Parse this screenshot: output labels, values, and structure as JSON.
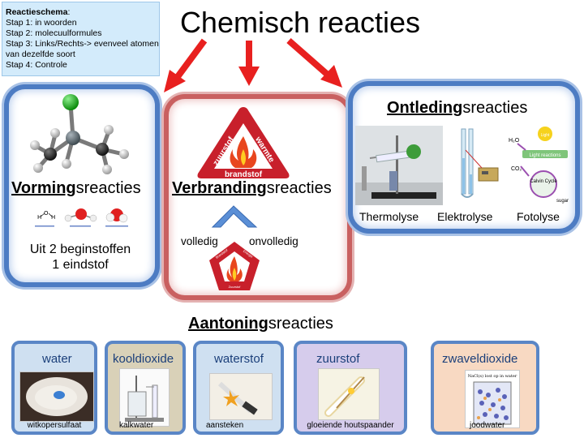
{
  "schema": {
    "title": "Reactieschema",
    "colon": ":",
    "steps": [
      "Stap 1: in woorden",
      "Stap 2: molecuulformules",
      "Stap 3: Links/Rechts-> evenveel atomen van dezelfde soort",
      "Stap 4: Controle"
    ]
  },
  "main_title": "Chemisch reacties",
  "vorming": {
    "title_bold": "Vorming",
    "title_rest": "sreacties",
    "description_line1": "Uit 2 beginstoffen",
    "description_line2": "1 eindstof"
  },
  "verbranding": {
    "title_bold": "Verbranding",
    "title_rest": "sreacties",
    "triangle_labels": [
      "zuurstof",
      "warmte",
      "brandstof"
    ],
    "pentagon_labels": [
      "Brandstof",
      "Energie",
      "Zuurstof"
    ],
    "volledig": "volledig",
    "onvolledig": "onvolledig"
  },
  "ontleding": {
    "title_bold": "Ontleding",
    "title_rest": "sreacties",
    "methods": [
      "Thermolyse",
      "Elektrolyse",
      "Fotolyse"
    ],
    "foto_labels": [
      "H₂O",
      "Light",
      "Light reactions",
      "CO₂",
      "Calvin Cycle",
      "sugar"
    ]
  },
  "aantoning": {
    "title_bold": "Aantoning",
    "title_rest": "sreacties",
    "tests": [
      {
        "substance": "water",
        "reagent": "witkopersulfaat"
      },
      {
        "substance": "kooldioxide",
        "reagent": "kalkwater"
      },
      {
        "substance": "waterstof",
        "reagent": "aansteken"
      },
      {
        "substance": "zuurstof",
        "reagent": "gloeiende houtspaander"
      },
      {
        "substance": "zwaveldioxide",
        "reagent": "joodwater"
      }
    ],
    "joodwater_caption": "NaCl(s) lost op in water"
  },
  "colors": {
    "arrow": "#e8201f",
    "panel_blue": "#4d7cc3",
    "panel_red": "#c96060",
    "triangle": "#c8202b"
  }
}
